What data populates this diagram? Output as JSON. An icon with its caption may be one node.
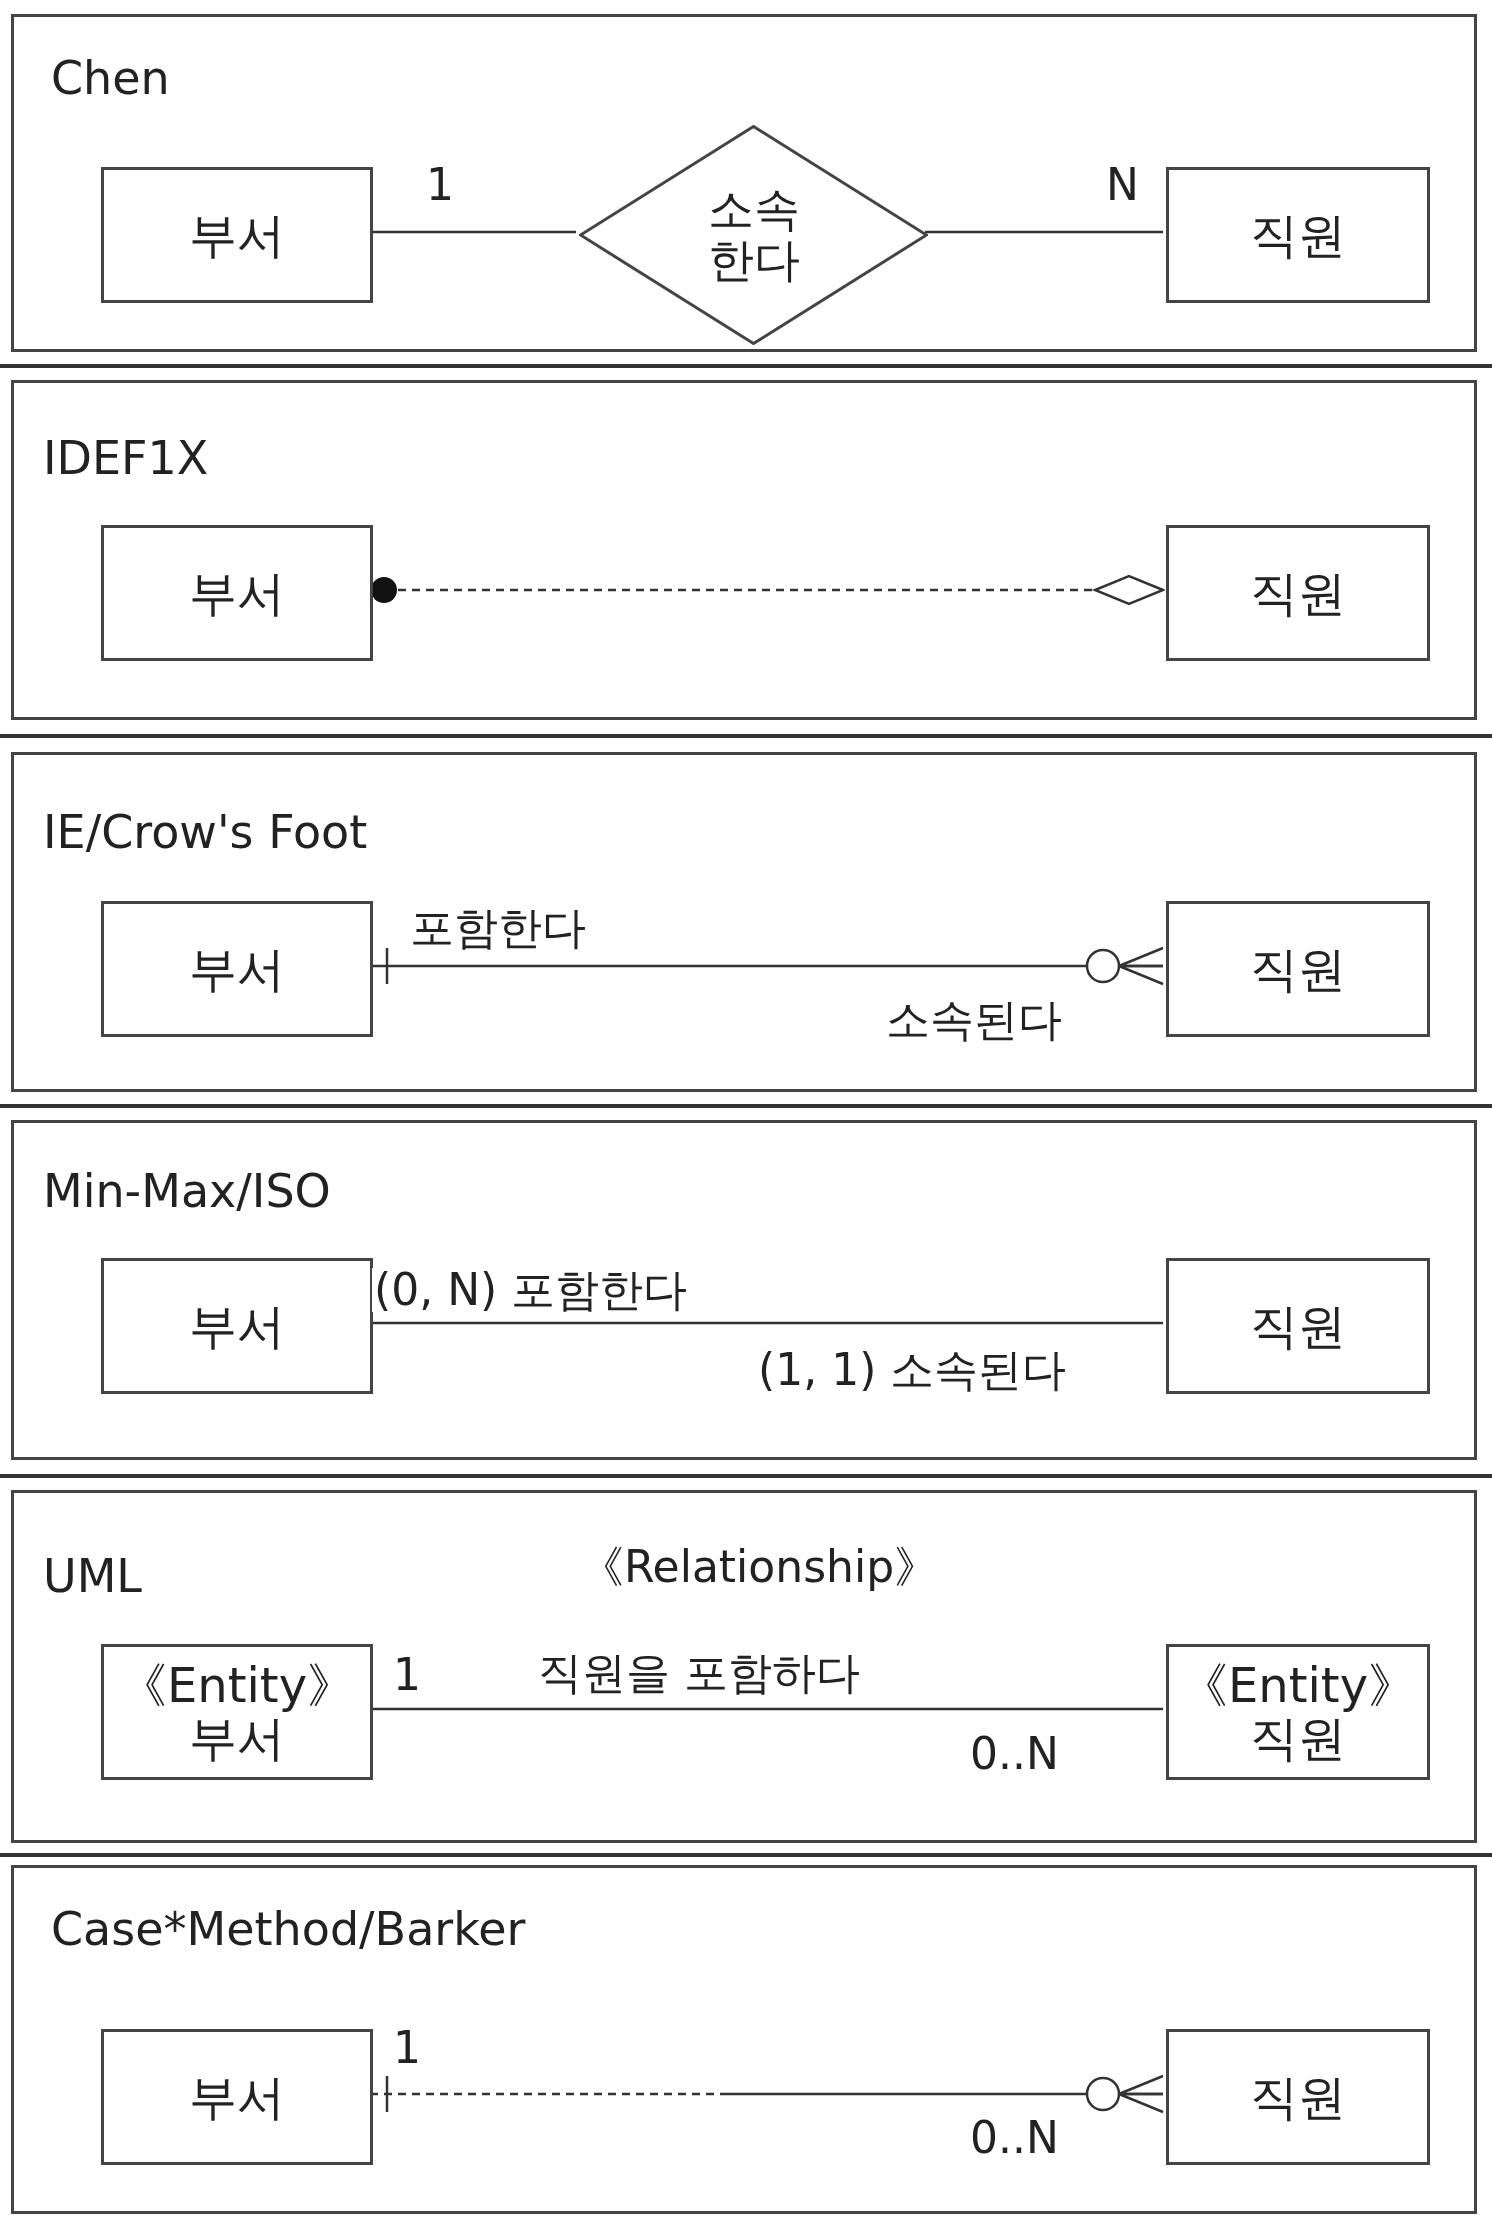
{
  "diagram": {
    "nodes": [
      {
        "text": [
          "Chen"
        ]
      },
      {
        "text": [
          "부서"
        ],
        "in": 0
      },
      {
        "text": [
          "소속한다"
        ],
        "in": 0
      },
      {
        "text": [
          "직원"
        ],
        "in": 0
      },
      {
        "text": [
          "IDEF1X"
        ]
      },
      {
        "text": [
          "부서"
        ],
        "in": 4
      },
      {
        "text": [
          "직원"
        ],
        "in": 4
      },
      {
        "text": [
          "IE/Crow's Foot"
        ]
      },
      {
        "text": [
          "부서"
        ],
        "in": 7
      },
      {
        "text": [
          "직원"
        ],
        "in": 7
      },
      {
        "text": [
          "Min-Max/ISO"
        ]
      },
      {
        "text": [
          "부서"
        ],
        "in": 10
      },
      {
        "text": [
          "직원"
        ],
        "in": 10
      },
      {
        "text": [
          "UML"
        ]
      },
      {
        "text": [
          "《Entity》",
          "부서"
        ],
        "in": 13
      },
      {
        "text": [
          "《Entity》",
          "직원"
        ],
        "in": 13
      },
      {
        "text": [
          "Case*Method/Barker"
        ]
      },
      {
        "text": [
          "부서"
        ],
        "in": 16
      },
      {
        "text": [
          "직원"
        ],
        "in": 16
      }
    ],
    "edges": [
      {
        "from": 1,
        "to": 2,
        "arrow": "none",
        "label": "1"
      },
      {
        "from": 2,
        "to": 3,
        "arrow": "none",
        "label": "N"
      },
      {
        "from": 5,
        "to": 6,
        "arrow": "other",
        "style": "dashed"
      },
      {
        "from": 8,
        "to": 9,
        "arrow": "other",
        "label": "포함한다"
      },
      {
        "from": 11,
        "to": 12,
        "arrow": "none",
        "label": "(0, N) 포함한다"
      },
      {
        "from": 14,
        "to": 15,
        "arrow": "none",
        "label": "직원을 포함하다"
      },
      {
        "from": 17,
        "to": 18,
        "arrow": "other",
        "style": "dashed"
      }
    ],
    "labels": [
      "소속된다",
      "(1, 1) 소속된다",
      "《Relationship》",
      "1",
      "0..N",
      "1",
      "0..N"
    ]
  }
}
